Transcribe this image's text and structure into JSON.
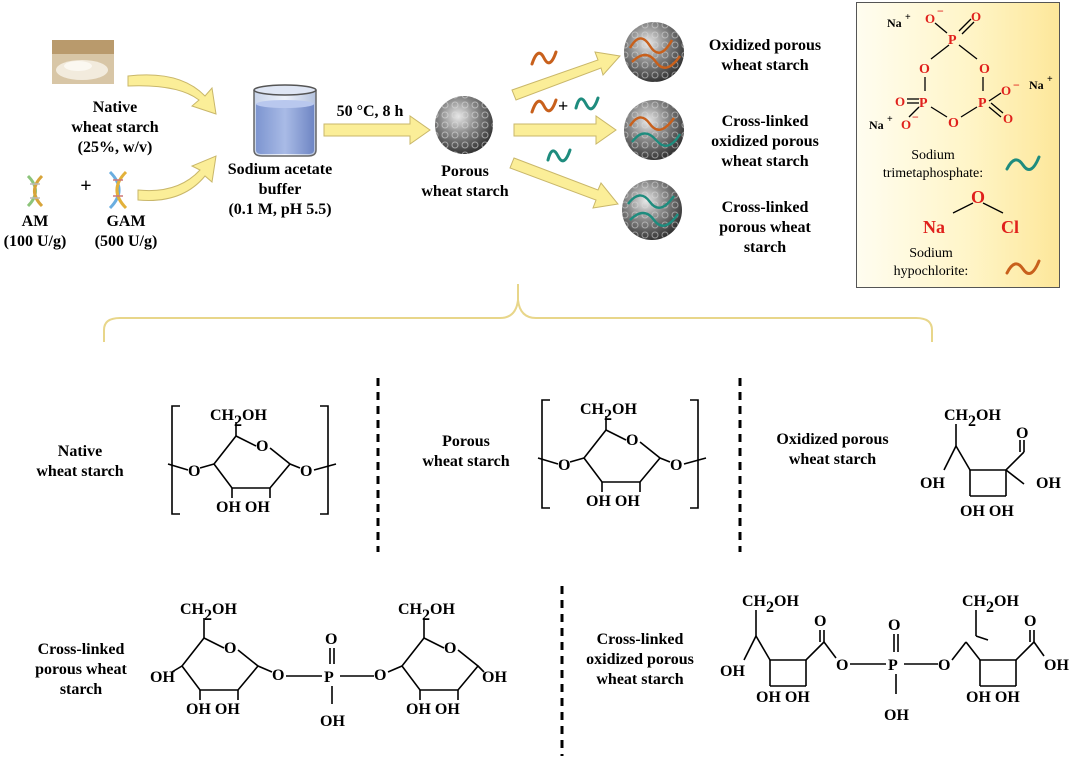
{
  "process": {
    "native": [
      "Native",
      "wheat starch",
      "(25%, w/v)"
    ],
    "am": [
      "AM",
      "(100 U/g)"
    ],
    "gam": [
      "GAM",
      "(500 U/g)"
    ],
    "plus": "+",
    "buffer": [
      "Sodium acetate",
      "buffer",
      "(0.1 M, pH 5.5)"
    ],
    "condition": "50 °C, 8 h",
    "porous": [
      "Porous",
      "wheat starch"
    ],
    "plus2": "+",
    "products": [
      [
        "Oxidized porous",
        "wheat starch"
      ],
      [
        "Cross-linked",
        "oxidized porous",
        "wheat starch"
      ],
      [
        "Cross-linked",
        "porous wheat",
        "starch"
      ]
    ]
  },
  "legend": {
    "na": "Na",
    "sup_plus": "+",
    "sup_minus": "−",
    "atom_o": "O",
    "atom_p": "P",
    "stmp_label": [
      "Sodium",
      "trimetaphosphate:"
    ],
    "naocl_na": "Na",
    "naocl_o": "O",
    "naocl_cl": "Cl",
    "naocl_label": [
      "Sodium",
      "hypochlorite:"
    ]
  },
  "structures": {
    "native": [
      "Native",
      "wheat starch"
    ],
    "porous": [
      "Porous",
      "wheat starch"
    ],
    "oxidized": [
      "Oxidized porous",
      "wheat starch"
    ],
    "crosslinked": [
      "Cross-linked",
      "porous wheat",
      "starch"
    ],
    "crosslinked_oxidized": [
      "Cross-linked",
      "oxidized porous",
      "wheat starch"
    ]
  },
  "chem": {
    "ch2oh": "CH",
    "sub2": "2",
    "oh_tail": "OH",
    "o": "O",
    "oh": "OH",
    "ohoh": "OH OH",
    "p": "P"
  },
  "colors": {
    "arrow_fill": "#fbee98",
    "arrow_stroke": "#c9b76a",
    "naocl_wave": "#c8601c",
    "stmp_wave": "#1e8c7e",
    "legend_red": "#e0201c",
    "bracket": "#e8d68a"
  }
}
